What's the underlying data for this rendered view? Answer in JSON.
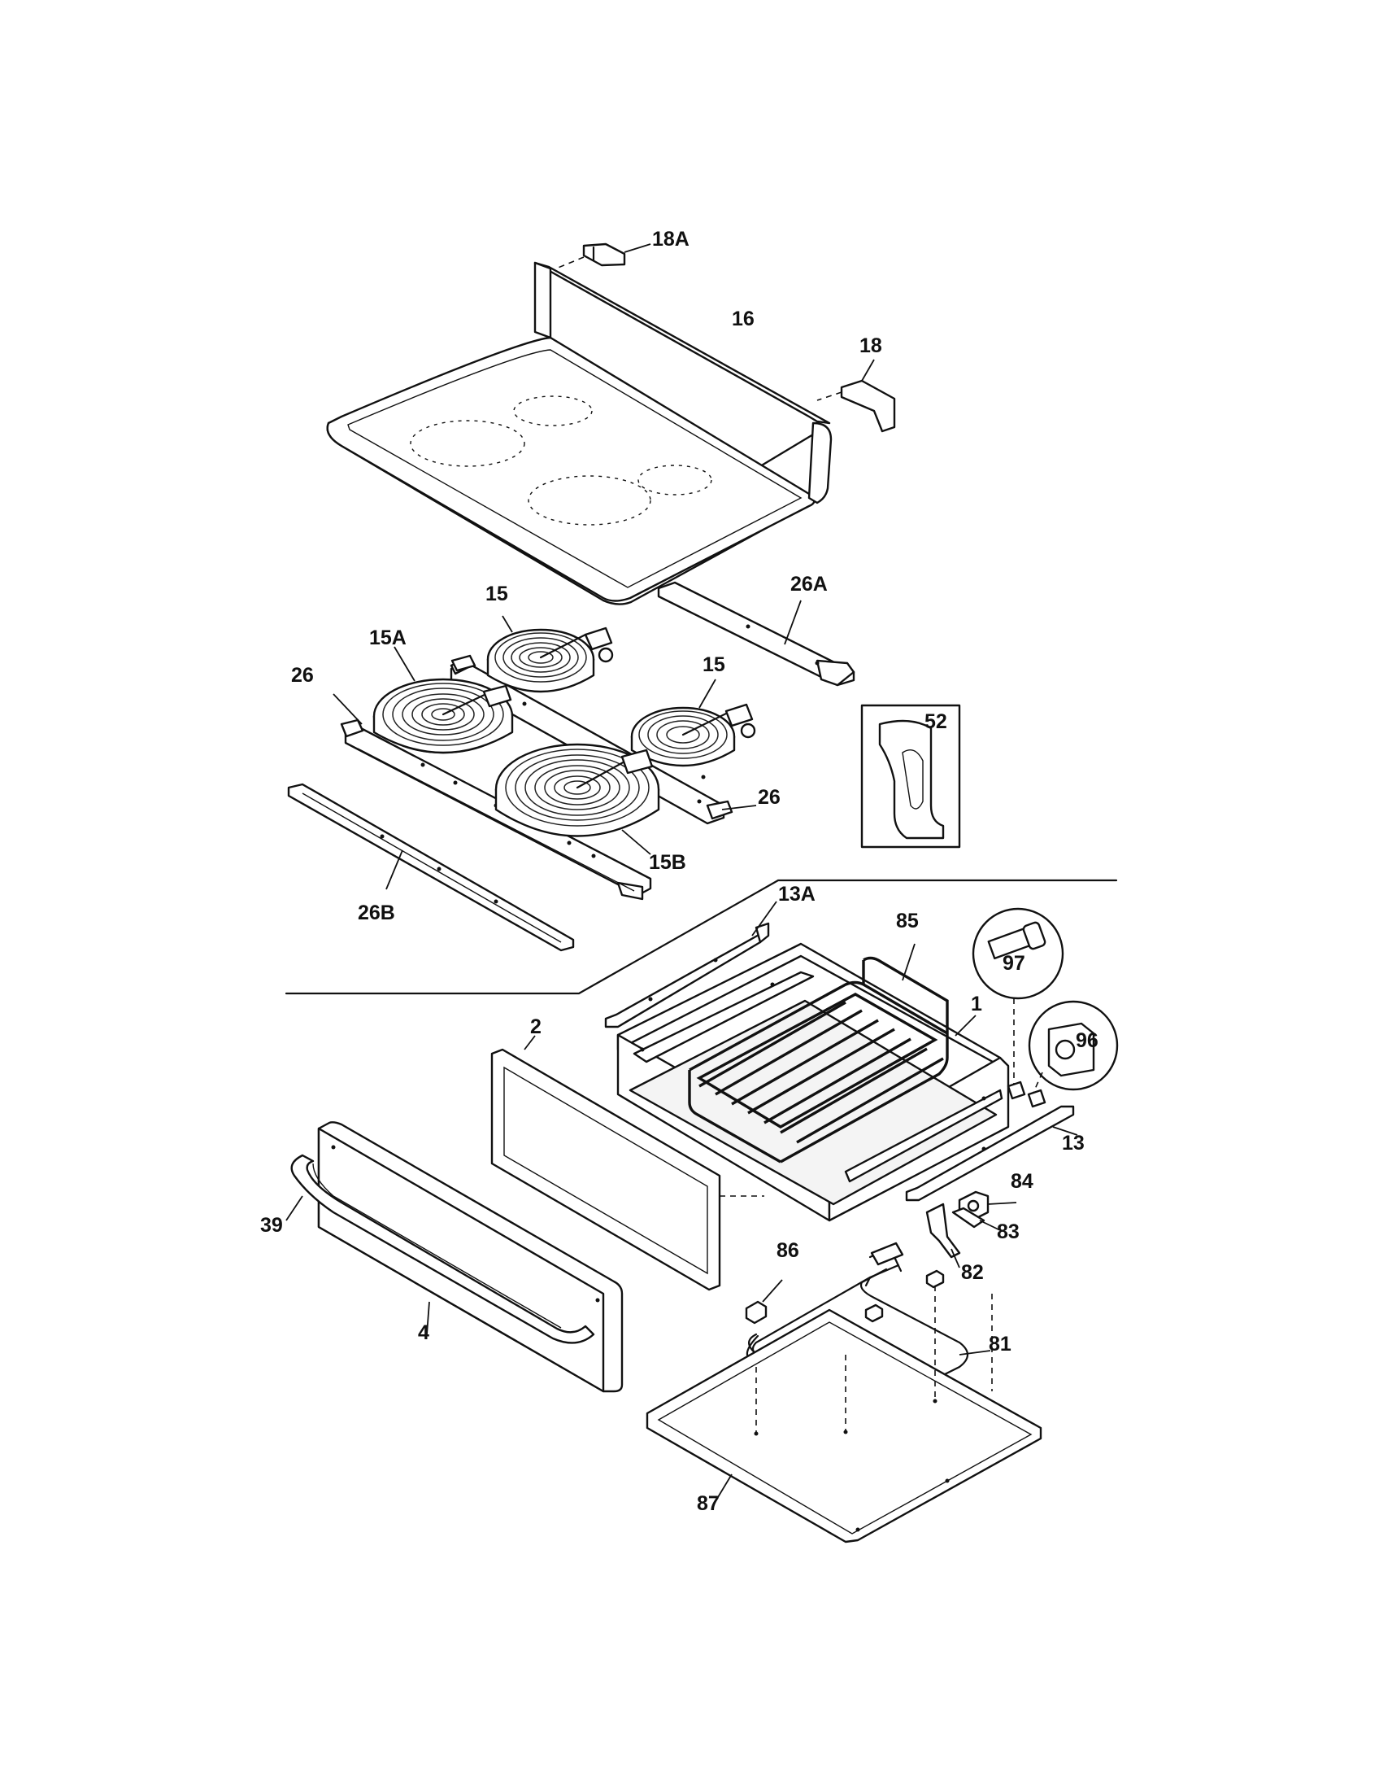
{
  "diagram": {
    "labels": {
      "p18A": "18A",
      "p16": "16",
      "p18": "18",
      "p26A": "26A",
      "p15_rear": "15",
      "p15A": "15A",
      "p26_left": "26",
      "p15_right": "15",
      "p52": "52",
      "p26_right": "26",
      "p15B": "15B",
      "p26B": "26B",
      "p13A": "13A",
      "p85": "85",
      "p97": "97",
      "p1": "1",
      "p96": "96",
      "p2": "2",
      "p13": "13",
      "p84": "84",
      "p39": "39",
      "p83": "83",
      "p86": "86",
      "p82": "82",
      "p4": "4",
      "p81": "81",
      "p87": "87"
    }
  }
}
